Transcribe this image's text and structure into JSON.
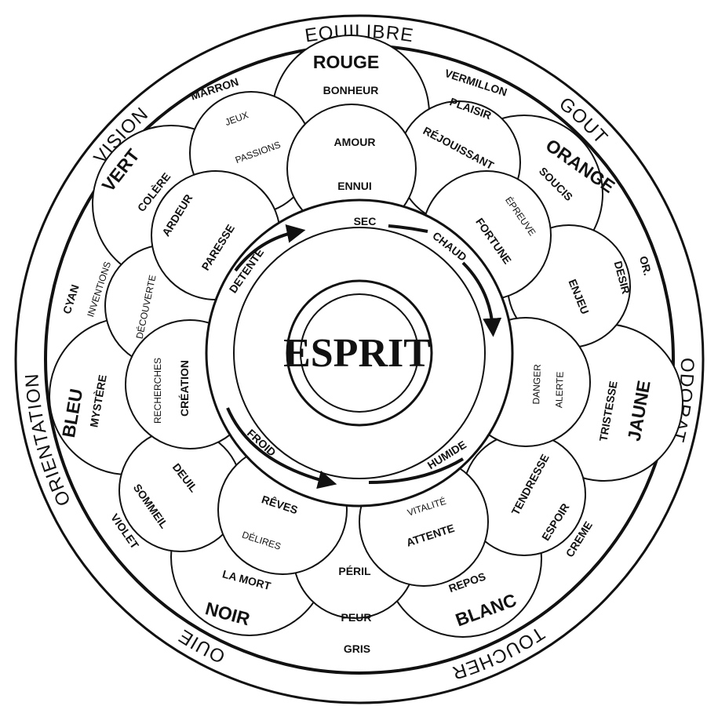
{
  "outer_ring": [
    "EQUILIBRE",
    "GOUT",
    "ODORAT",
    "TOUCHER",
    "OUIE",
    "ORIENTATION",
    "VISION"
  ],
  "colors": [
    "ROUGE",
    "ORANGE",
    "JAUNE",
    "BLANC",
    "NOIR",
    "BLEU",
    "VERT"
  ],
  "outer_words": [
    "VERMILLON",
    "OR.",
    "DESIR",
    "CREME",
    "GRIS",
    "VIOLET",
    "CYAN",
    "MARRON"
  ],
  "words": [
    "BONHEUR",
    "PLAISIR",
    "SOUCIS",
    "TRISTESSE",
    "ESPOIR",
    "REPOS",
    "PEUR",
    "LA MORT",
    "SOMMEIL",
    "MYSTÈRE",
    "COLÈRE",
    "AMOUR",
    "ENNUI",
    "RÉJOUISSANT",
    "ÉPREUVE",
    "FORTUNE",
    "ENJEU",
    "DANGER",
    "ALERTE",
    "TENDRESSE",
    "VITALITÉ",
    "ATTENTE",
    "PÉRIL",
    "RÊVES",
    "DÉLIRES",
    "DEUIL",
    "RECHERCHES",
    "CRÉATION",
    "DÉCOUVERTE",
    "INVENTIONS",
    "ARDEUR",
    "PARESSE",
    "PASSIONS",
    "JEUX"
  ],
  "cycle": [
    "SEC",
    "CHAUD",
    "HUMIDE",
    "FROID",
    "DETENTE"
  ],
  "center": "ESPRIT"
}
